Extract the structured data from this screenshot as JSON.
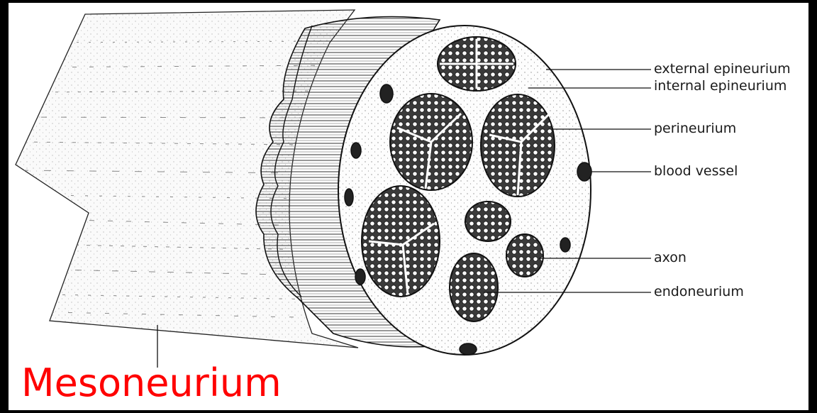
{
  "labels": {
    "external_epineurium": "external epineurium",
    "internal_epineurium": "internal epineurium",
    "perineurium": "perineurium",
    "blood_vessel": "blood vessel",
    "axon": "axon",
    "endoneurium": "endoneurium"
  },
  "caption": {
    "text": "Mesoneurium",
    "color": "#ff0000"
  },
  "colors": {
    "ink": "#1a1a1a",
    "background": "#ffffff",
    "frame": "#000000"
  }
}
